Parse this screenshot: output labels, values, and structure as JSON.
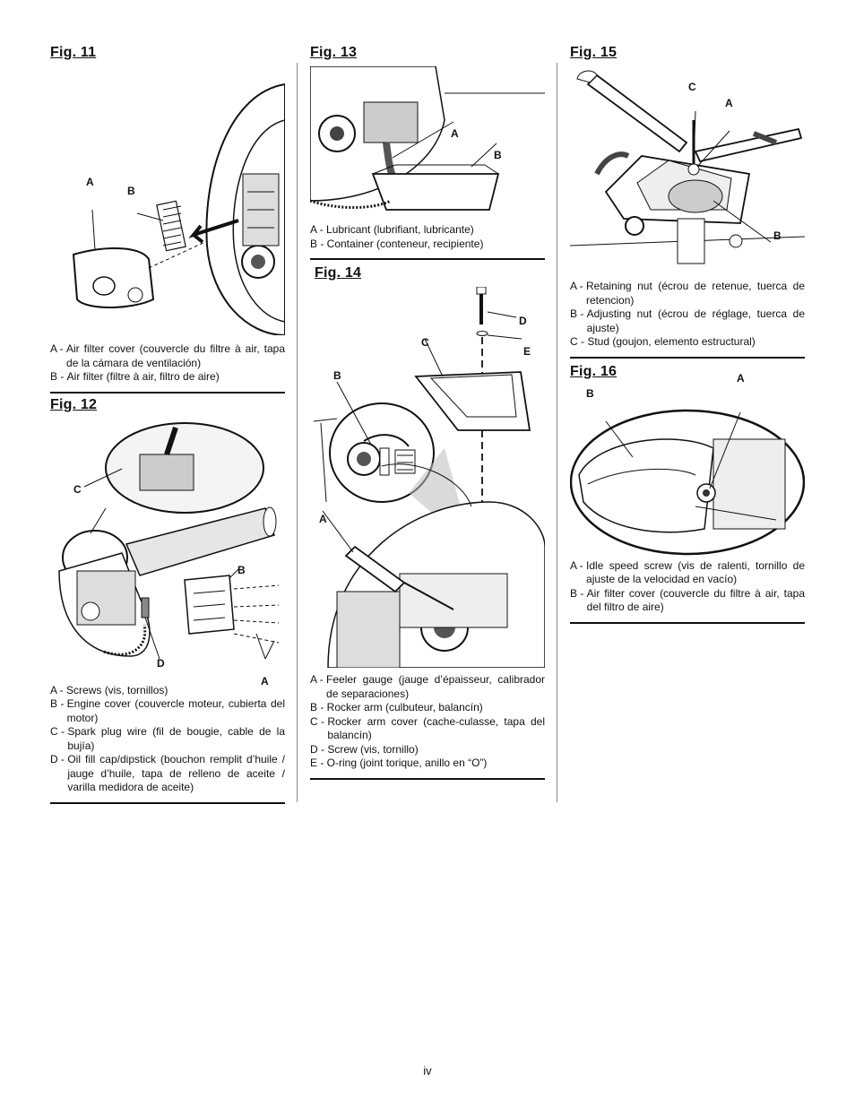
{
  "fig11": {
    "title": "Fig. 11",
    "callouts": {
      "a": "A",
      "b": "B"
    },
    "legend": [
      {
        "key": "A - ",
        "text": "Air filter cover (couvercle du filtre à air, tapa de la cámara de ventilación)"
      },
      {
        "key": "B - ",
        "text": "Air filter (filtre à air, filtro de aire)"
      }
    ]
  },
  "fig12": {
    "title": "Fig. 12",
    "callouts": {
      "a": "A",
      "b": "B",
      "c": "C",
      "d": "D"
    },
    "legend": [
      {
        "key": "A - ",
        "text": "Screws (vis, tornillos)"
      },
      {
        "key": "B - ",
        "text": "Engine cover (couvercle moteur, cubierta del motor)"
      },
      {
        "key": "C - ",
        "text": "Spark plug wire (fil de bougie, cable de la bujía)"
      },
      {
        "key": "D - ",
        "text": "Oil fill cap/dipstick (bouchon remplit d’huile / jauge d’huile, tapa de relleno de aceite / varilla medidora de aceite)"
      }
    ]
  },
  "fig13": {
    "title": "Fig. 13",
    "callouts": {
      "a": "A",
      "b": "B"
    },
    "legend": [
      {
        "key": "A - ",
        "text": "Lubricant (lubrifiant, lubricante)"
      },
      {
        "key": "B - ",
        "text": "Container (conteneur, recipiente)"
      }
    ]
  },
  "fig14": {
    "title": "Fig. 14",
    "callouts": {
      "a": "A",
      "b": "B",
      "c": "C",
      "d": "D",
      "e": "E"
    },
    "legend": [
      {
        "key": "A - ",
        "text": "Feeler gauge (jauge d’épaisseur, calibrador de separaciones)"
      },
      {
        "key": "B - ",
        "text": "Rocker arm (culbuteur, balancín)"
      },
      {
        "key": "C - ",
        "text": "Rocker arm cover (cache-culasse, tapa del balancín)"
      },
      {
        "key": "D - ",
        "text": "Screw (vis, tornillo)"
      },
      {
        "key": "E - ",
        "text": "O-ring (joint torique, anillo en “O”)"
      }
    ]
  },
  "fig15": {
    "title": "Fig. 15",
    "callouts": {
      "a": "A",
      "b": "B",
      "c": "C"
    },
    "legend": [
      {
        "key": "A - ",
        "text": "Retaining nut (écrou de retenue, tuerca de retencion)"
      },
      {
        "key": "B - ",
        "text": "Adjusting nut (écrou de réglage, tuerca de ajuste)"
      },
      {
        "key": "C - ",
        "text": "Stud (goujon, elemento estructural)"
      }
    ]
  },
  "fig16": {
    "title": "Fig. 16",
    "callouts": {
      "a": "A",
      "b": "B"
    },
    "legend": [
      {
        "key": "A - ",
        "text": "Idle speed screw (vis de  ralenti, tornillo de ajuste de la velocidad en vacío)"
      },
      {
        "key": "B - ",
        "text": "Air filter cover (couvercle du filtre  à air, tapa del filtro de aire)"
      }
    ]
  },
  "page_number": "iv"
}
